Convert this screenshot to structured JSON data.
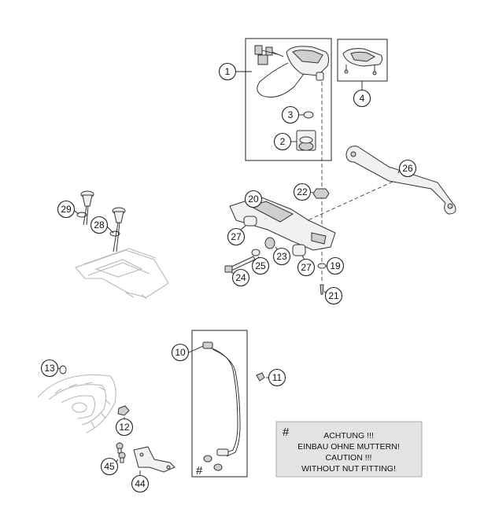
{
  "callouts": [
    {
      "id": "c1",
      "label": "1"
    },
    {
      "id": "c2",
      "label": "2"
    },
    {
      "id": "c3",
      "label": "3"
    },
    {
      "id": "c4",
      "label": "4"
    },
    {
      "id": "c10",
      "label": "10"
    },
    {
      "id": "c11",
      "label": "11"
    },
    {
      "id": "c12",
      "label": "12"
    },
    {
      "id": "c13",
      "label": "13"
    },
    {
      "id": "c19",
      "label": "19"
    },
    {
      "id": "c20",
      "label": "20"
    },
    {
      "id": "c21",
      "label": "21"
    },
    {
      "id": "c22",
      "label": "22"
    },
    {
      "id": "c23",
      "label": "23"
    },
    {
      "id": "c24",
      "label": "24"
    },
    {
      "id": "c25",
      "label": "25"
    },
    {
      "id": "c26",
      "label": "26"
    },
    {
      "id": "c27a",
      "label": "27"
    },
    {
      "id": "c27b",
      "label": "27"
    },
    {
      "id": "c28",
      "label": "28"
    },
    {
      "id": "c29",
      "label": "29"
    },
    {
      "id": "c44",
      "label": "44"
    },
    {
      "id": "c45",
      "label": "45"
    }
  ],
  "note": {
    "marker": "#",
    "lines": [
      "ACHTUNG !!!",
      "EINBAU OHNE MUTTERN!",
      "CAUTION !!!",
      "WITHOUT NUT FITTING!"
    ]
  },
  "sensor_marker": "#"
}
